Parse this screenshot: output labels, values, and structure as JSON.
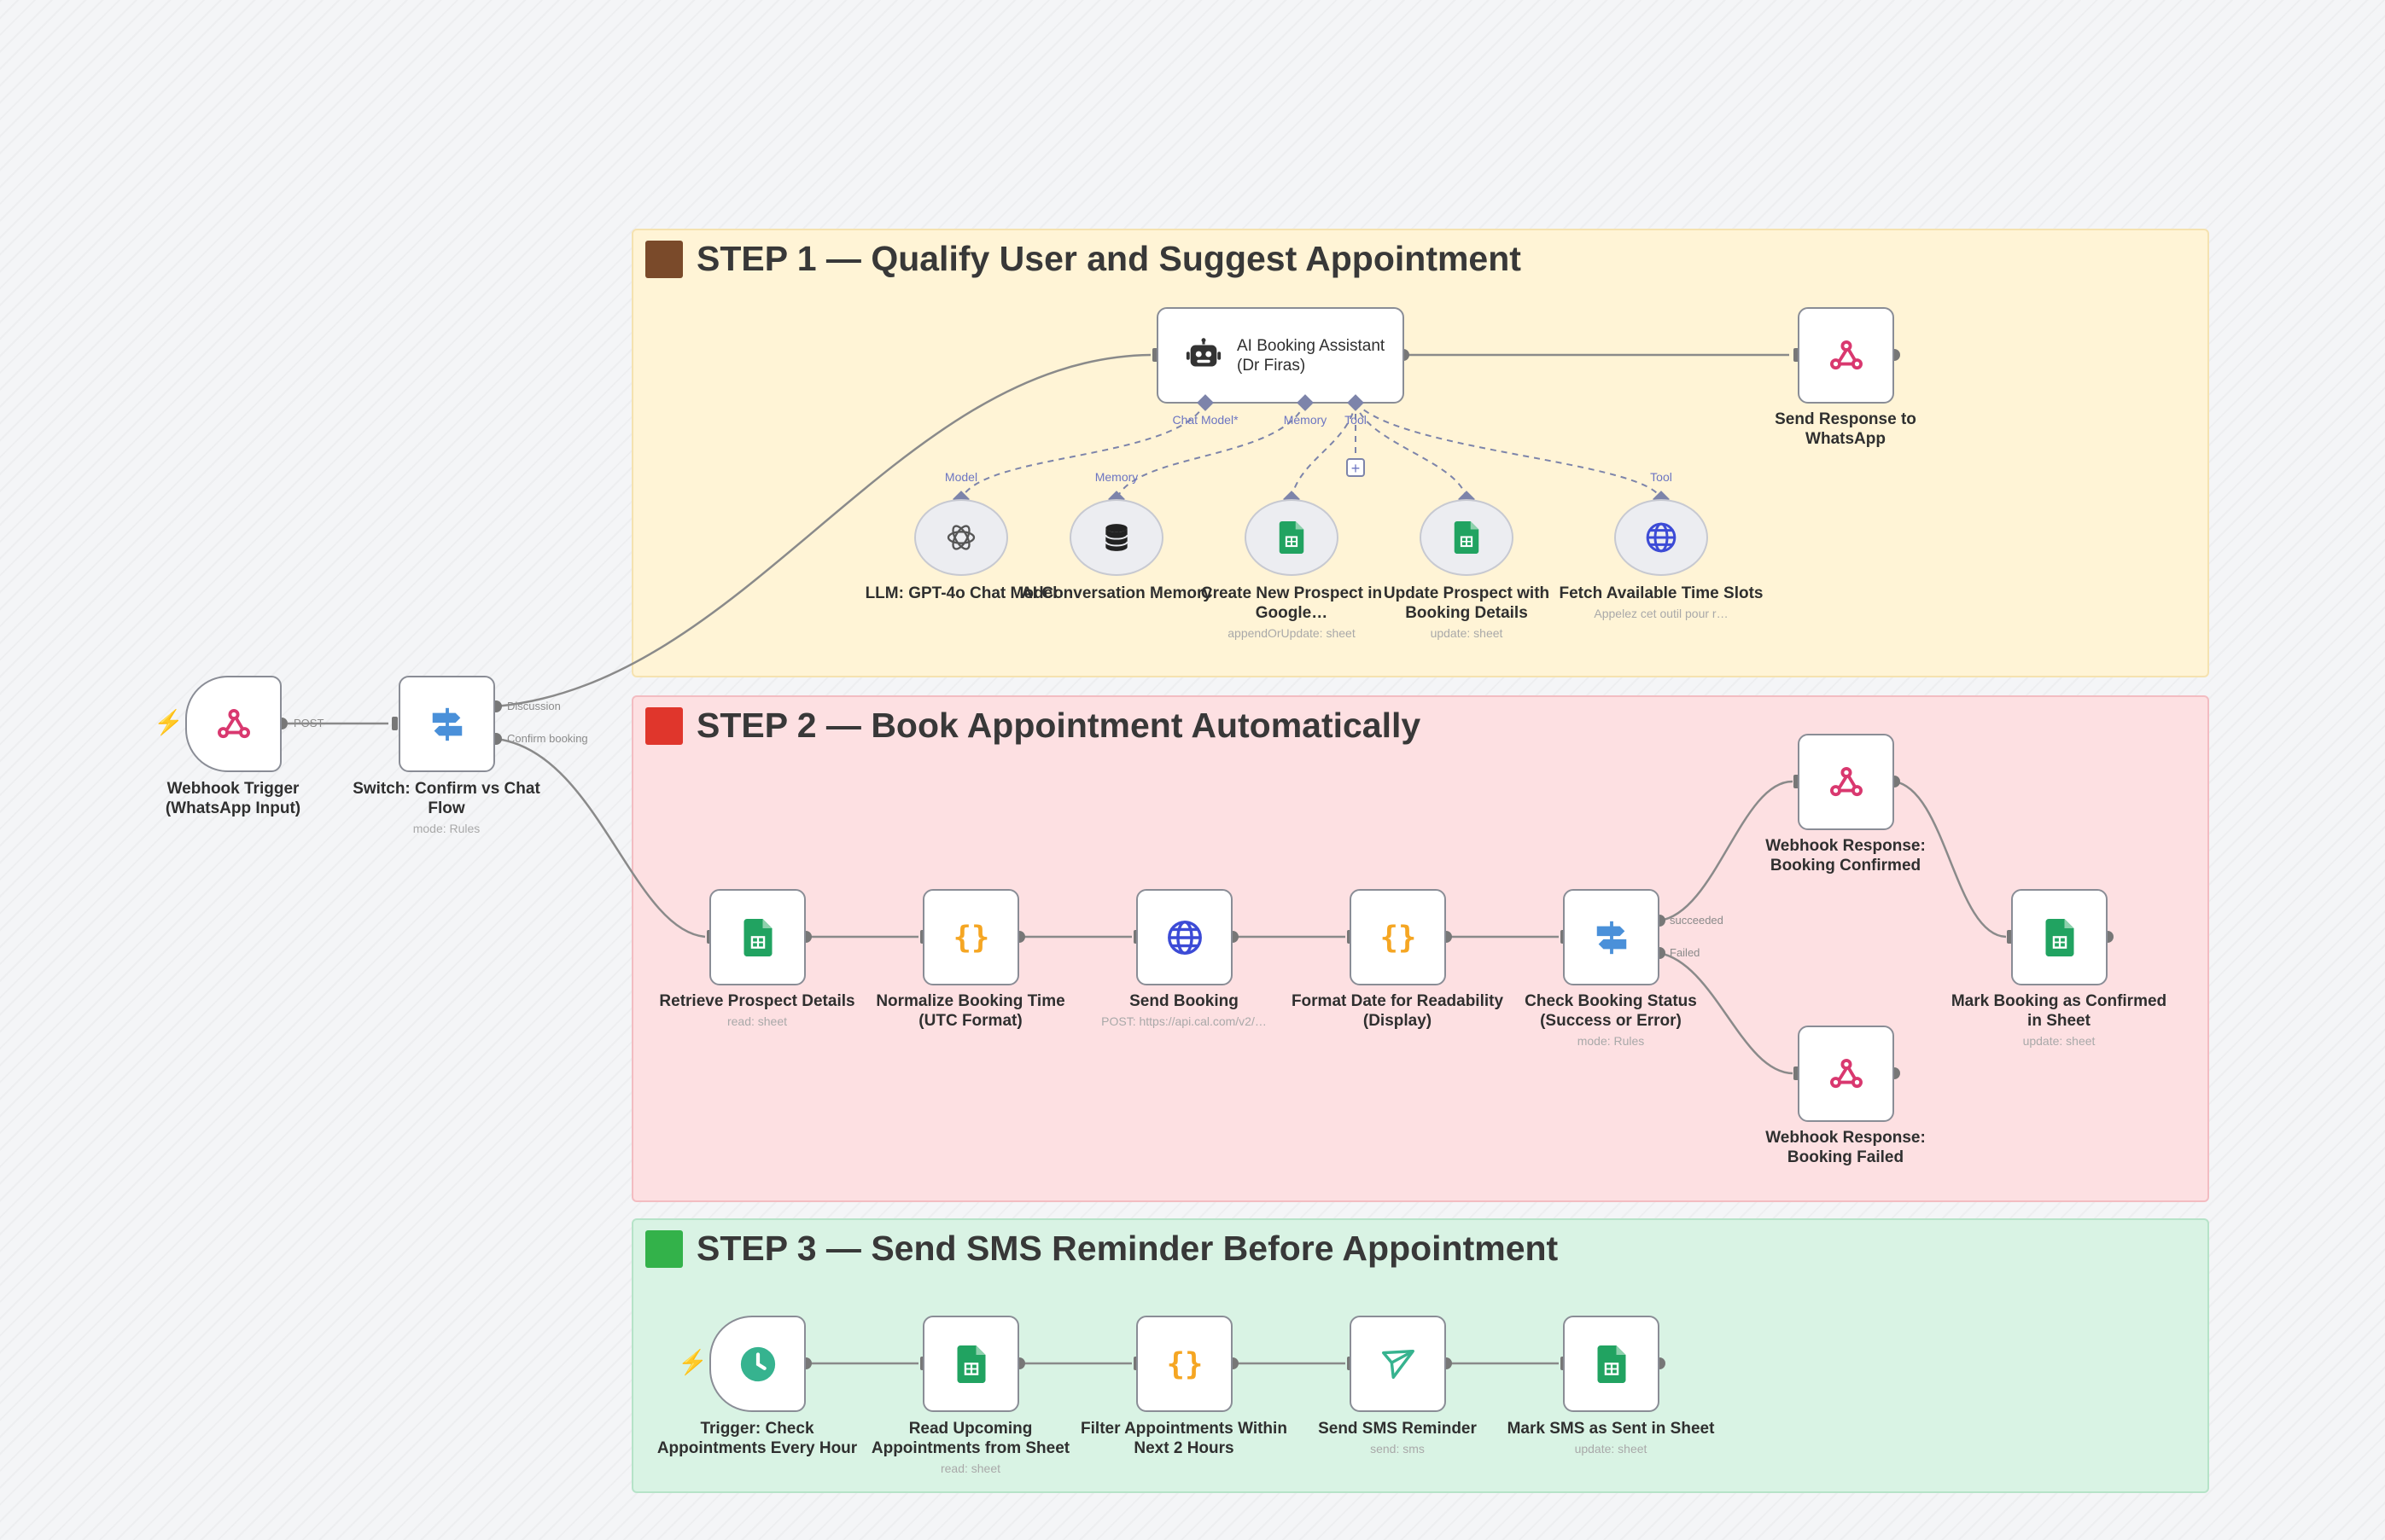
{
  "colors": {
    "step1_square": "#7a4a2a",
    "step2_square": "#e0362c",
    "step3_square": "#33b24a",
    "sheets_green": "#21a361",
    "code_orange": "#f5a623",
    "switch_blue": "#4a90d9",
    "webhook_pink": "#d9386f",
    "globe_blue": "#3c4bd6",
    "sms_teal": "#36b38f"
  },
  "sticky_notes": {
    "step1": "STEP 1 — Qualify User and Suggest Appointment",
    "step2": "STEP 2 — Book Appointment Automatically",
    "step3": "STEP 3 — Send SMS Reminder Before Appointment"
  },
  "nodes": {
    "webhook_trigger": {
      "label": "Webhook Trigger (WhatsApp Input)",
      "icon": "webhook-icon"
    },
    "switch": {
      "label": "Switch: Confirm vs Chat Flow",
      "subtitle": "mode: Rules",
      "icon": "switch-icon"
    },
    "ai_agent": {
      "label": "AI Booking Assistant (Dr Firas)",
      "icon": "robot-icon"
    },
    "send_response": {
      "label": "Send Response to WhatsApp",
      "icon": "webhook-icon"
    },
    "llm": {
      "label": "LLM: GPT-4o Chat Model",
      "icon": "openai-icon"
    },
    "memory": {
      "label": "AI Conversation Memory",
      "icon": "database-icon"
    },
    "create_prospect": {
      "label": "Create New Prospect in Google…",
      "subtitle": "appendOrUpdate: sheet",
      "icon": "google-sheets-icon"
    },
    "update_prospect": {
      "label": "Update Prospect with Booking Details",
      "subtitle": "update: sheet",
      "icon": "google-sheets-icon"
    },
    "fetch_slots": {
      "label": "Fetch Available Time Slots",
      "subtitle": "Appelez cet outil pour r…",
      "icon": "globe-icon"
    },
    "retrieve_prospect": {
      "label": "Retrieve Prospect Details",
      "subtitle": "read: sheet",
      "icon": "google-sheets-icon"
    },
    "normalize_time": {
      "label": "Normalize Booking Time (UTC Format)",
      "icon": "code-icon"
    },
    "send_booking": {
      "label": "Send Booking",
      "subtitle": "POST: https://api.cal.com/v2/…",
      "icon": "globe-icon"
    },
    "format_date": {
      "label": "Format Date for Readability (Display)",
      "icon": "code-icon"
    },
    "check_status": {
      "label": "Check Booking Status (Success or Error)",
      "subtitle": "mode: Rules",
      "icon": "switch-icon"
    },
    "resp_confirmed": {
      "label": "Webhook Response: Booking Confirmed",
      "icon": "webhook-icon"
    },
    "resp_failed": {
      "label": "Webhook Response: Booking Failed",
      "icon": "webhook-icon"
    },
    "mark_confirmed": {
      "label": "Mark Booking as Confirmed in Sheet",
      "subtitle": "update: sheet",
      "icon": "google-sheets-icon"
    },
    "schedule_trigger": {
      "label": "Trigger: Check Appointments Every Hour",
      "icon": "clock-icon"
    },
    "read_upcoming": {
      "label": "Read Upcoming Appointments from Sheet",
      "subtitle": "read: sheet",
      "icon": "google-sheets-icon"
    },
    "filter_appointments": {
      "label": "Filter Appointments Within Next 2 Hours",
      "icon": "code-icon"
    },
    "send_sms": {
      "label": "Send SMS Reminder",
      "subtitle": "send: sms",
      "icon": "send-icon"
    },
    "mark_sms": {
      "label": "Mark SMS as Sent in Sheet",
      "subtitle": "update: sheet",
      "icon": "google-sheets-icon"
    }
  },
  "connection_labels": {
    "post": "POST",
    "discussion": "Discussion",
    "confirm_booking": "Confirm booking",
    "succeeded": "succeeded",
    "failed": "Failed"
  },
  "agent_ports": {
    "chat_model": "Chat Model*",
    "memory": "Memory",
    "tool": "Tool"
  },
  "sub_ports": {
    "model": "Model",
    "memory": "Memory",
    "tool": "Tool",
    "add": "+"
  }
}
